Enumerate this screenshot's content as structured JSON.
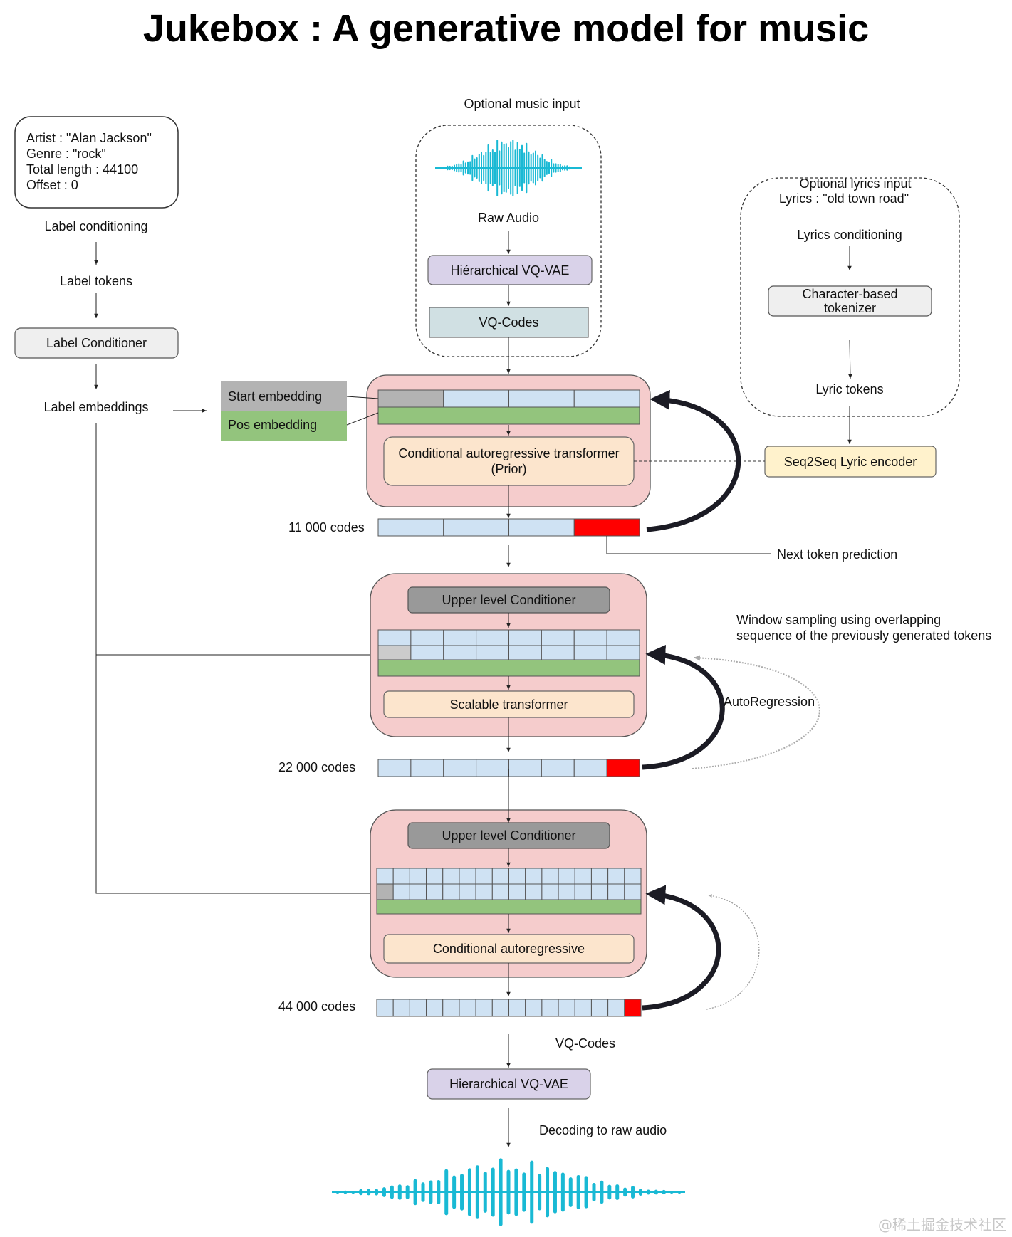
{
  "title": "Jukebox : A generative model for music",
  "label_info": "Artist : \"Alan Jackson\"\nGenre : \"rock\"\nTotal length : 44100\nOffset : 0",
  "label_conditioning": "Label conditioning",
  "label_tokens": "Label tokens",
  "label_conditioner": "Label Conditioner",
  "label_embeddings": "Label embeddings",
  "start_embedding": "Start embedding",
  "pos_embedding": "Pos embedding",
  "optional_music_input": "Optional music input",
  "raw_audio": "Raw Audio",
  "hierarchical_vqvae_top": "Hiérarchical VQ-VAE",
  "vq_codes_top": "VQ-Codes",
  "optional_lyrics_input": "Optional lyrics input",
  "lyrics_value": "Lyrics : \"old town road\"",
  "lyrics_conditioning": "Lyrics conditioning",
  "char_tokenizer": "Character-based\ntokenizer",
  "lyric_tokens": "Lyric tokens",
  "seq2seq": "Seq2Seq Lyric encoder",
  "prior_transformer": "Conditional autoregressive transformer\n(Prior)",
  "codes_11k": "11 000 codes",
  "next_token": "Next token prediction",
  "upper_cond_1": "Upper level Conditioner",
  "scalable_transformer": "Scalable transformer",
  "window_sampling": "Window sampling using overlapping\nsequence of the previously generated tokens",
  "autoregression": "AutoRegression",
  "codes_22k": "22 000 codes",
  "upper_cond_2": "Upper level Conditioner",
  "cond_autoregressive": "Conditional autoregressive",
  "codes_44k": "44 000 codes",
  "vq_codes_bottom": "VQ-Codes",
  "hierarchical_vqvae_bottom": "Hierarchical VQ-VAE",
  "decoding": "Decoding to raw audio",
  "watermark": "@稀土掘金技术社区",
  "colors": {
    "audio": "#19b9d4",
    "pink": "#f5cccc",
    "pink_border": "#555555",
    "light_blue": "#cfe2f3",
    "green": "#93c47d",
    "gray": "#b3b3b3",
    "dark_gray": "#999999",
    "purple": "#d9d2e9",
    "orange": "#fce5cd",
    "yellow": "#fff2cc",
    "red": "#ff0000",
    "arrow_dark": "#1b1b24"
  }
}
